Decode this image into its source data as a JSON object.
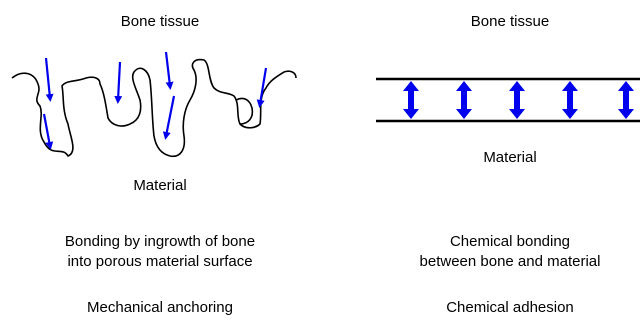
{
  "left_panel": {
    "top_label": "Bone tissue",
    "bottom_label": "Material",
    "description_line1": "Bonding by ingrowth of bone",
    "description_line2": "into porous material surface",
    "mechanism": "Mechanical anchoring"
  },
  "right_panel": {
    "top_label": "Bone tissue",
    "bottom_label": "Material",
    "description_line1": "Chemical bonding",
    "description_line2": "between bone and material",
    "mechanism": "Chemical adhesion"
  },
  "colors": {
    "arrow": "#0000ee",
    "line": "#000000"
  }
}
